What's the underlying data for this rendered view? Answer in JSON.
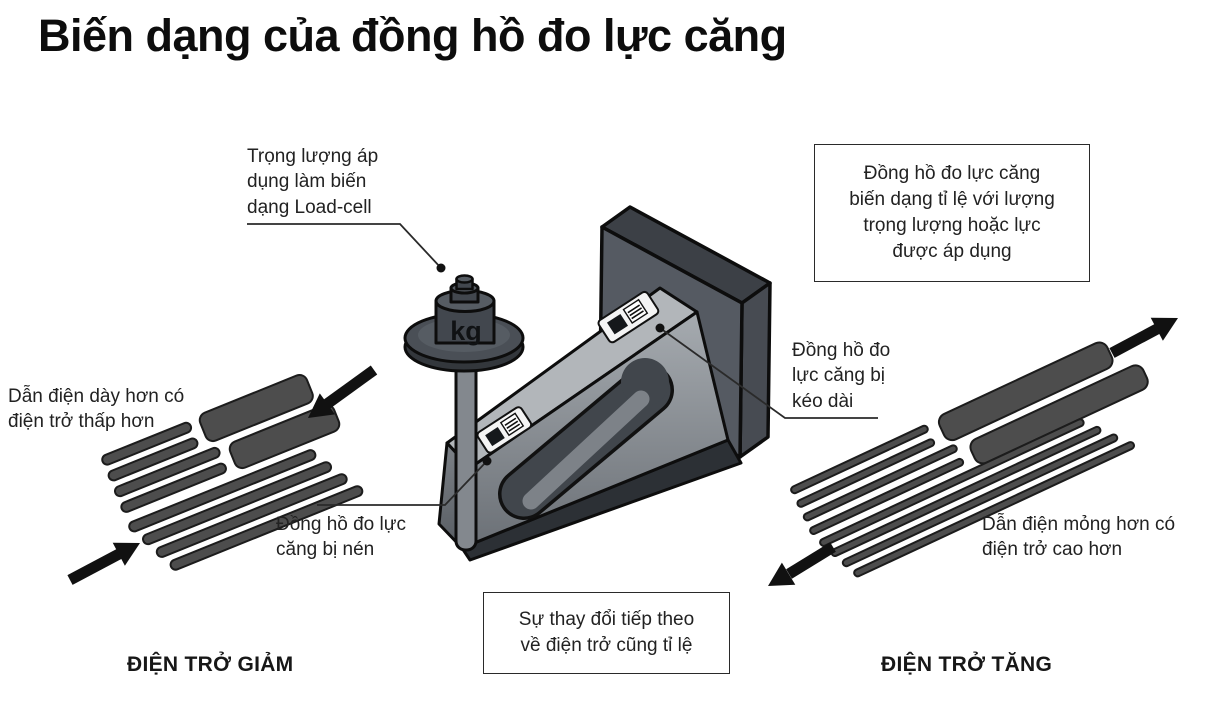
{
  "title": "Biến dạng của đồng hồ đo lực căng",
  "labels": {
    "weight_applied": "Trọng lượng áp\ndụng làm biến\ndạng Load-cell",
    "proportional_box": "Đồng hồ đo lực căng\nbiến dạng tỉ lệ với lượng\ntrọng lượng hoặc lực\nđược áp dụng",
    "stretched_gauge": "Đồng hồ đo\nlực căng bị\nkéo dài",
    "compressed_gauge": "Đồng hồ đo lực\ncăng bị nén",
    "thicker_conductor": "Dẫn điện dày hơn có\nđiện trở thấp hơn",
    "thinner_conductor": "Dẫn điện mỏng hơn có\nđiện trở cao hơn",
    "resistance_change_box": "Sự thay đổi tiếp theo\nvề điện trở cũng tỉ lệ",
    "resistance_decrease": "ĐIỆN TRỞ GIẢM",
    "resistance_increase": "ĐIỆN TRỞ TĂNG",
    "weight_unit": "kg"
  },
  "colors": {
    "outline": "#111111",
    "arrow": "#111111",
    "foil_gauge": "#4d4d4d",
    "plate_front": "#555a62",
    "plate_dark": "#3e434a",
    "beam_light": "#a6abb0",
    "beam_dark": "#6b7076",
    "weight_metal": "#42474e",
    "text": "#222222"
  }
}
